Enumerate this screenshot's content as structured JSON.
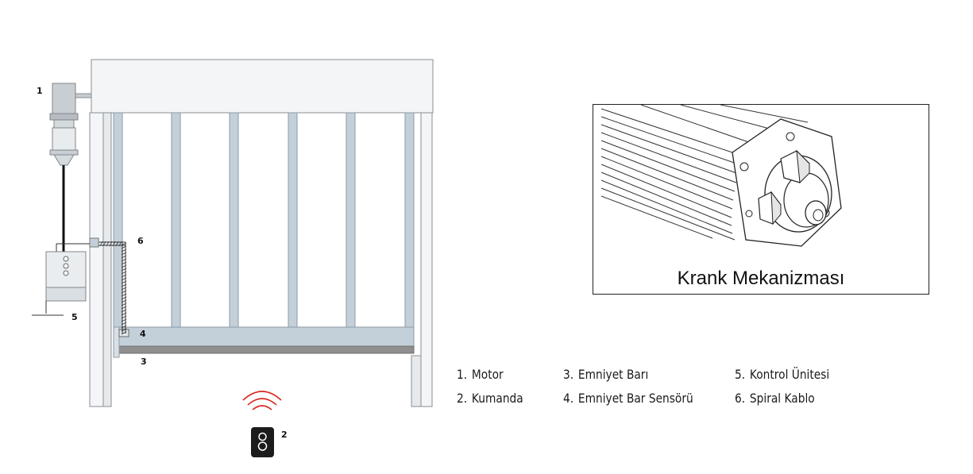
{
  "markers": {
    "motor": "1",
    "remote": "2",
    "safety_bar": "3",
    "safety_bar_sensor": "4",
    "control_unit": "5",
    "spiral_cable": "6"
  },
  "legend": [
    {
      "num": "1.",
      "label": "Motor"
    },
    {
      "num": "2.",
      "label": "Kumanda"
    },
    {
      "num": "3.",
      "label": "Emniyet Barı"
    },
    {
      "num": "4.",
      "label": "Emniyet Bar Sensörü"
    },
    {
      "num": "5.",
      "label": "Kontrol Ünitesi"
    },
    {
      "num": "6.",
      "label": "Spiral Kablo"
    }
  ],
  "inset": {
    "caption": "Krank Mekanizması"
  },
  "colors": {
    "frame": "#eef1f3",
    "slat": "#c4d0d9",
    "bottom_bar": "#909090",
    "signal": "#d42a1e",
    "remote": "#1c1c1c"
  }
}
